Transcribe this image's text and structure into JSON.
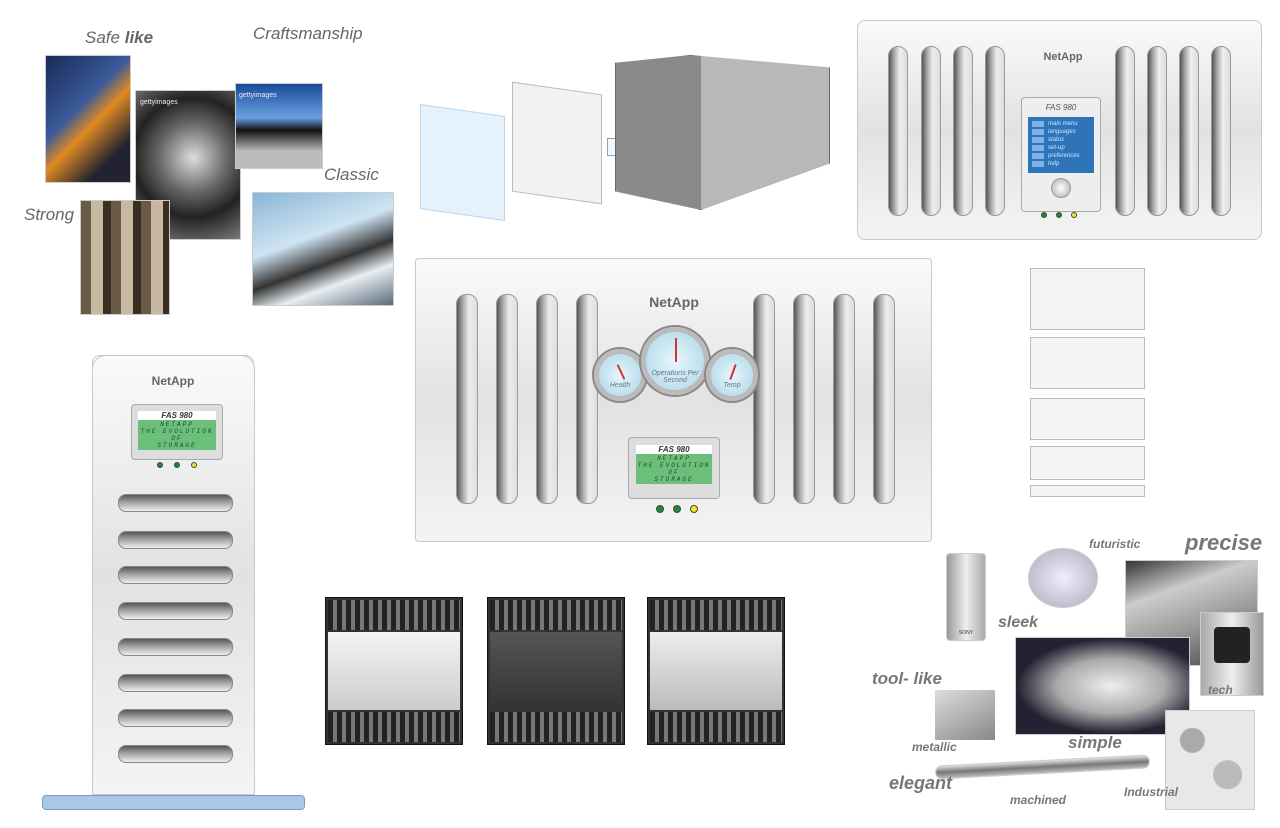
{
  "moodboard_top": {
    "safe": "Safe",
    "like": "like",
    "craftsmanship": "Craftsmanship",
    "classic": "Classic",
    "strong": "Strong"
  },
  "photos": {
    "getty1": "gettyimages",
    "getty2": "gettyimages"
  },
  "brand": "NetApp",
  "model": "FAS 980",
  "lcd_lines": [
    "NETAPP",
    "THE EVOLUTION",
    "OF",
    "STORAGE"
  ],
  "menu_items": [
    "main menu",
    "languages",
    "status",
    "set-up",
    "preferences",
    "help"
  ],
  "gauges": [
    "Health",
    "Operations Per Second",
    "Temp"
  ],
  "led_colors": [
    "#1e8a2e",
    "#1e8a2e",
    "#f2e51c"
  ],
  "moodboard_bottom": {
    "futuristic": "futuristic",
    "precise": "precise",
    "sleek": "sleek",
    "tool_like": "tool- like",
    "tech": "tech",
    "metallic": "metallic",
    "simple": "simple",
    "elegant": "elegant",
    "machined": "machined",
    "industrial": "Industrial",
    "sony": "SONY"
  }
}
